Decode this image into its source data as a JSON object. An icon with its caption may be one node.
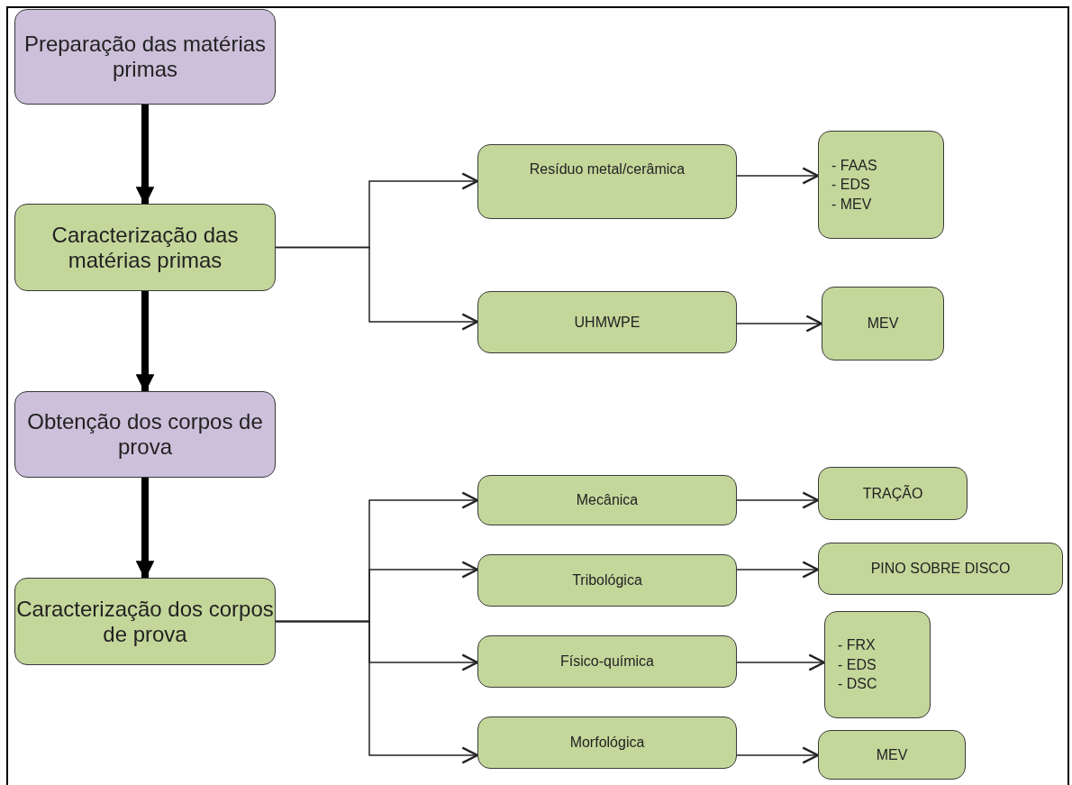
{
  "diagram": {
    "nodes": [
      {
        "text": [
          "Preparação das matérias primas"
        ]
      },
      {
        "text": [
          "Caracterização das matérias primas"
        ]
      },
      {
        "text": [
          "Obtenção dos corpos de prova"
        ]
      },
      {
        "text": [
          "Caracterização dos corpos de prova"
        ]
      },
      {
        "text": [
          "Resíduo metal/cerâmica"
        ]
      },
      {
        "text": [
          "UHMWPE"
        ]
      },
      {
        "text": [
          "- FAAS",
          "- EDS",
          "- MEV"
        ]
      },
      {
        "text": [
          "MEV"
        ]
      },
      {
        "text": [
          "Mecânica"
        ]
      },
      {
        "text": [
          "TRAÇÃO"
        ]
      },
      {
        "text": [
          "Tribológica"
        ]
      },
      {
        "text": [
          "PINO SOBRE DISCO"
        ]
      },
      {
        "text": [
          "Físico-química"
        ]
      },
      {
        "text": [
          "- FRX",
          "- EDS",
          "- DSC"
        ]
      },
      {
        "text": [
          "Morfológica"
        ]
      },
      {
        "text": [
          "MEV"
        ]
      }
    ],
    "edges": [
      {
        "from": 0,
        "to": 1,
        "arrow": "to",
        "style": "thick"
      },
      {
        "from": 1,
        "to": 2,
        "arrow": "to",
        "style": "thick"
      },
      {
        "from": 2,
        "to": 3,
        "arrow": "to",
        "style": "thick"
      },
      {
        "from": 1,
        "to": 4,
        "arrow": "to"
      },
      {
        "from": 1,
        "to": 5,
        "arrow": "to"
      },
      {
        "from": 4,
        "to": 6,
        "arrow": "to"
      },
      {
        "from": 5,
        "to": 7,
        "arrow": "to"
      },
      {
        "from": 3,
        "to": 8,
        "arrow": "to"
      },
      {
        "from": 3,
        "to": 10,
        "arrow": "to"
      },
      {
        "from": 3,
        "to": 12,
        "arrow": "to"
      },
      {
        "from": 3,
        "to": 14,
        "arrow": "to"
      },
      {
        "from": 8,
        "to": 9,
        "arrow": "to"
      },
      {
        "from": 10,
        "to": 11,
        "arrow": "to"
      },
      {
        "from": 12,
        "to": 13,
        "arrow": "to"
      },
      {
        "from": 14,
        "to": 15,
        "arrow": "to"
      }
    ]
  }
}
